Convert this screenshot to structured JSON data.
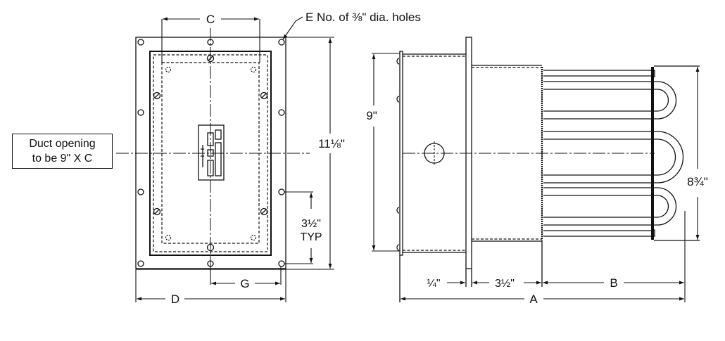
{
  "drawing": {
    "title_note": "Duct heater outline dimensions",
    "duct_note": {
      "line1": "Duct opening",
      "line2": "to be 9\" X C"
    },
    "front_view": {
      "dim_c": "C",
      "dim_d": "D",
      "dim_g": "G",
      "holes_callout": "E No. of ⅜\" dia. holes",
      "height_dim": "11⅛\"",
      "hole_spacing_dim_line1": "3½\"",
      "hole_spacing_dim_line2": "TYP"
    },
    "side_view": {
      "height_dim": "9\"",
      "element_height_dim": "8¾\"",
      "flange_dim": "¼\"",
      "box_depth_dim": "3½\"",
      "dim_b": "B",
      "dim_a": "A"
    }
  },
  "colors": {
    "line": "#111111",
    "background": "#ffffff"
  }
}
